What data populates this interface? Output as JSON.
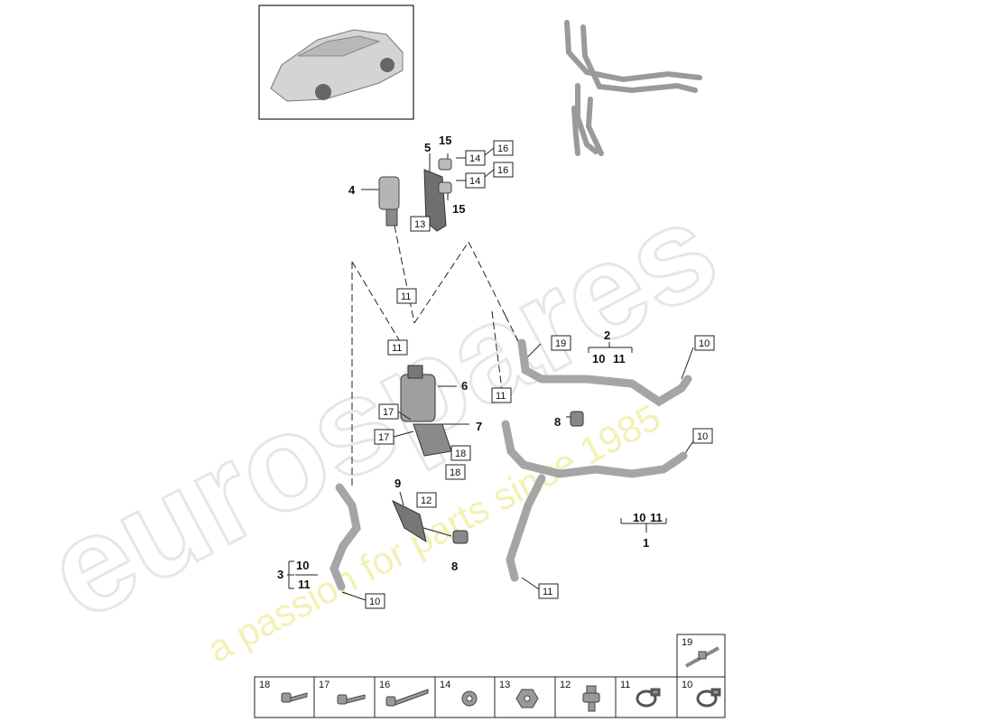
{
  "watermark": {
    "brand": "eurospares",
    "tagline": "a passion for parts since 1985"
  },
  "callouts": {
    "c1": "1",
    "c2": "2",
    "c3": "3",
    "c4": "4",
    "c5": "5",
    "c6": "6",
    "c7": "7",
    "c8a": "8",
    "c8b": "8",
    "c9": "9",
    "c15a": "15",
    "c15b": "15",
    "c10_11_a": "10",
    "c10_11_b": "11",
    "c10_11_c": "10",
    "c10_11_d": "11",
    "c10_11_e": "10",
    "c10_11_f": "11"
  },
  "boxes": {
    "b16a": "16",
    "b14a": "14",
    "b16b": "16",
    "b14b": "14",
    "b13": "13",
    "b11a": "11",
    "b11b": "11",
    "b11c": "11",
    "b11d": "11",
    "b19": "19",
    "b10a": "10",
    "b10b": "10",
    "b10c": "10",
    "b17a": "17",
    "b17b": "17",
    "b18a": "18",
    "b18b": "18",
    "b12": "12"
  },
  "legend": {
    "cells": [
      "18",
      "17",
      "16",
      "14",
      "13",
      "12",
      "11",
      "10"
    ],
    "extra": "19"
  },
  "colors": {
    "line": "#222222",
    "part": "#8a8a8a",
    "watermark": "#e8e8e8",
    "tagline": "#f2f0a8"
  }
}
